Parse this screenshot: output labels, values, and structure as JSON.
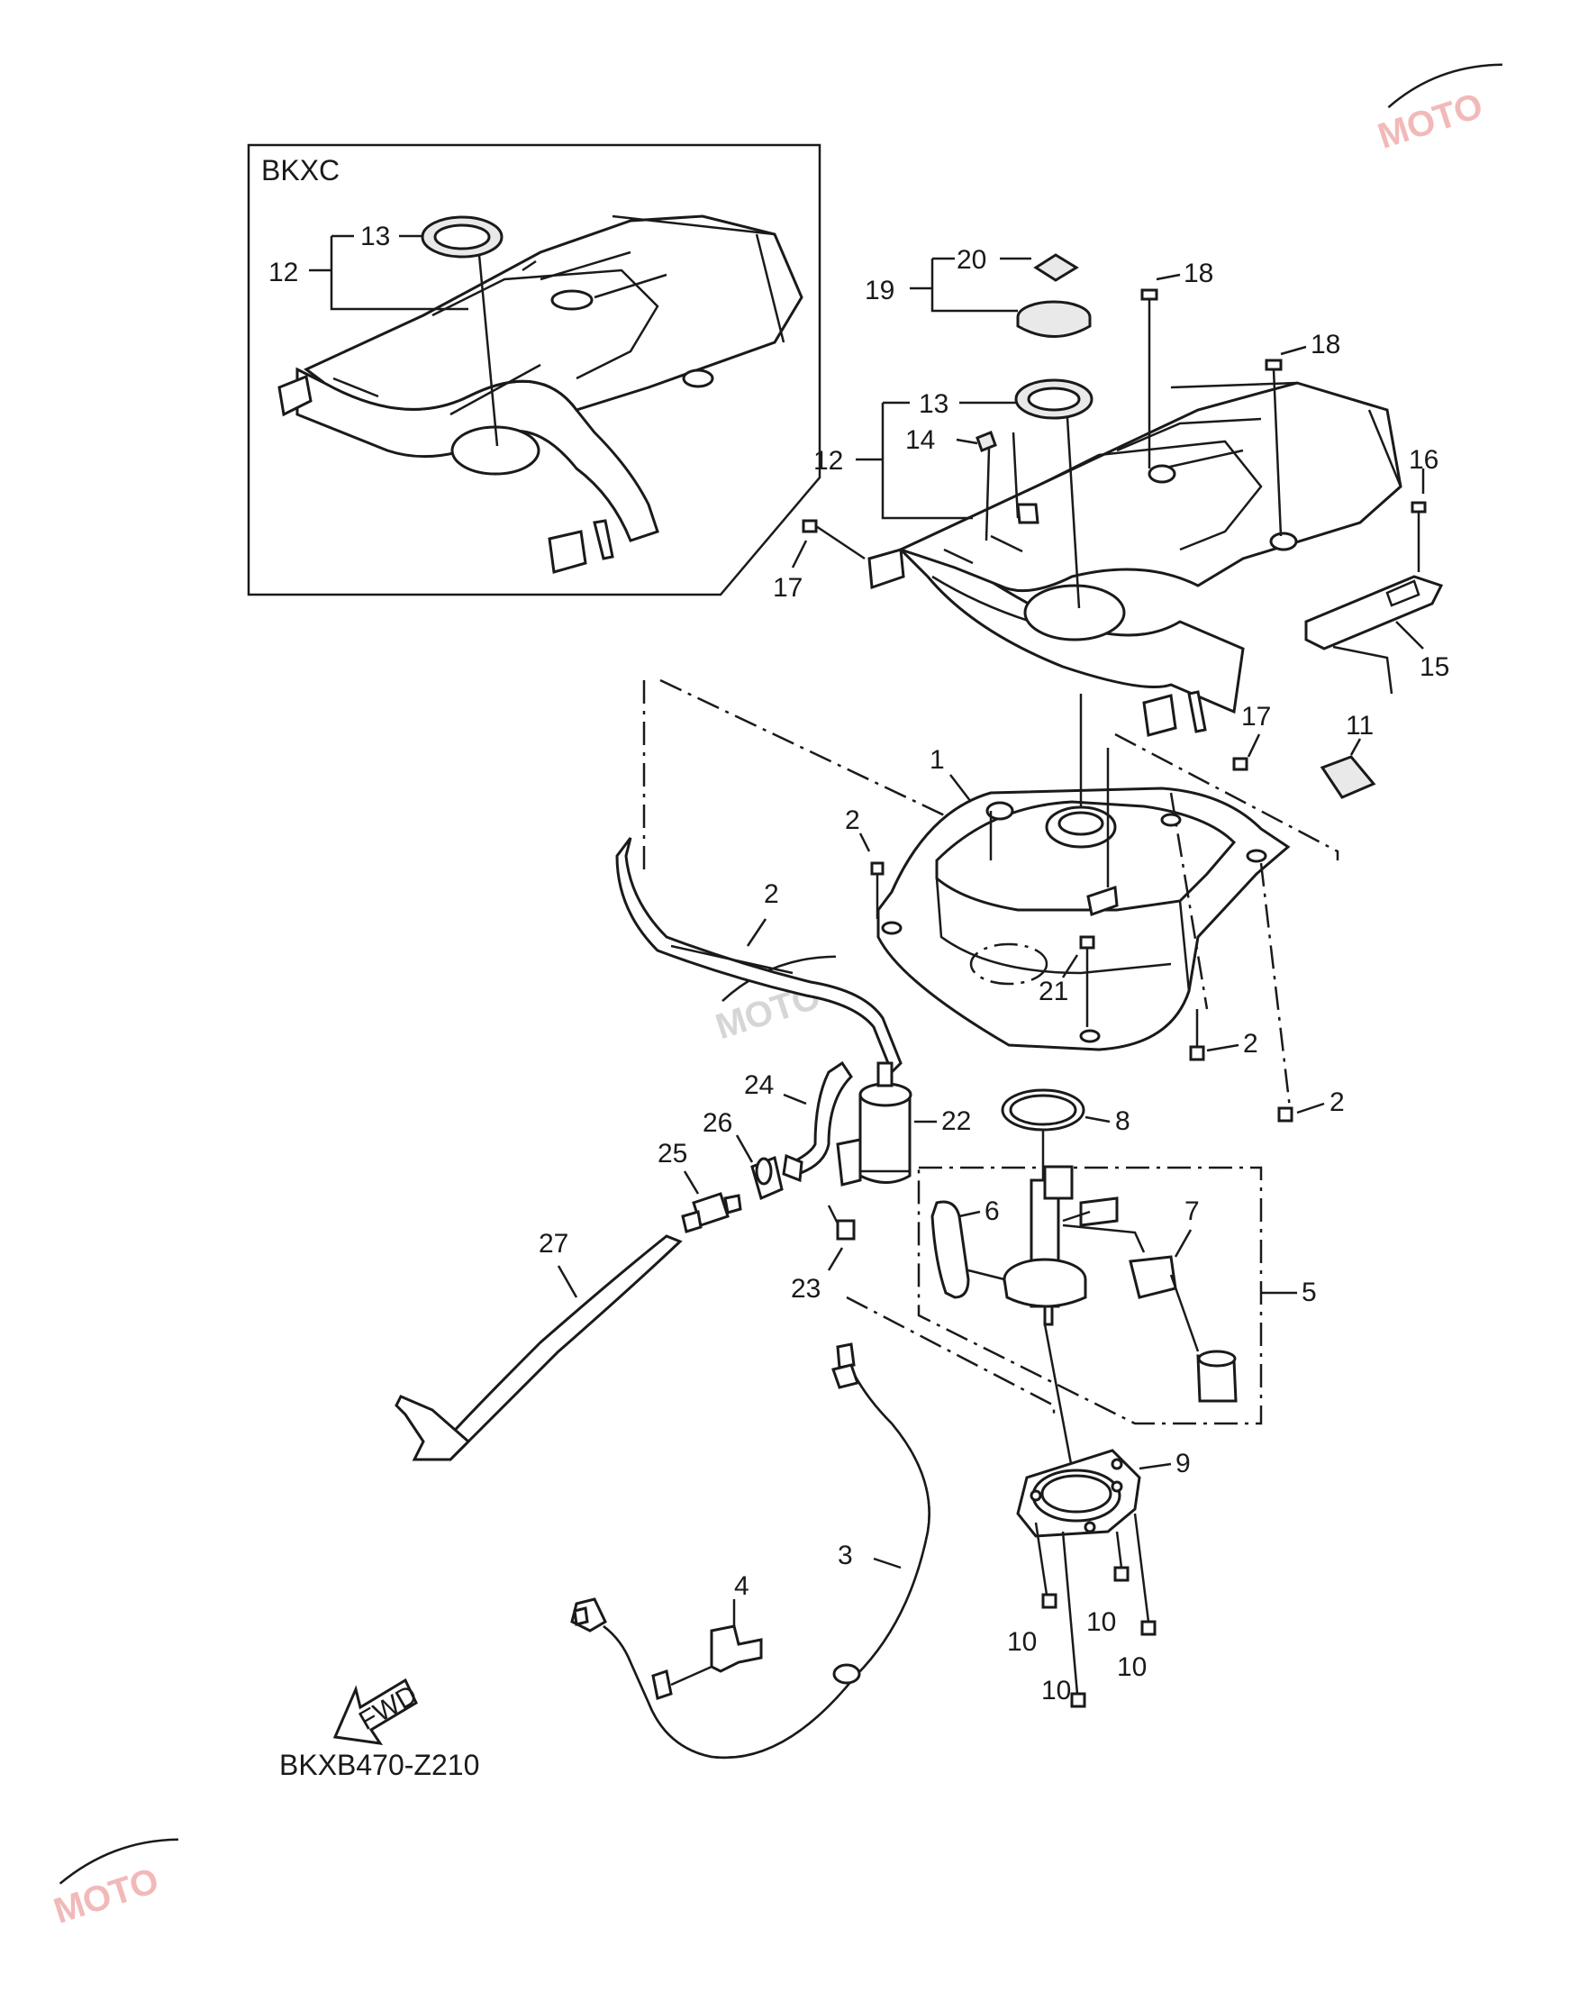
{
  "diagram": {
    "inset_label": "BKXC",
    "figure_code": "BKXB470-Z210",
    "fwd_label": "FWD",
    "parts": [
      {
        "id": "p12a",
        "text": "12"
      },
      {
        "id": "p13a",
        "text": "13"
      },
      {
        "id": "p20",
        "text": "20"
      },
      {
        "id": "p19",
        "text": "19"
      },
      {
        "id": "p18a",
        "text": "18"
      },
      {
        "id": "p18b",
        "text": "18"
      },
      {
        "id": "p13b",
        "text": "13"
      },
      {
        "id": "p14",
        "text": "14"
      },
      {
        "id": "p12b",
        "text": "12"
      },
      {
        "id": "p16",
        "text": "16"
      },
      {
        "id": "p17a",
        "text": "17"
      },
      {
        "id": "p15",
        "text": "15"
      },
      {
        "id": "p17b",
        "text": "17"
      },
      {
        "id": "p11",
        "text": "11"
      },
      {
        "id": "p1",
        "text": "1"
      },
      {
        "id": "p2a",
        "text": "2"
      },
      {
        "id": "p21",
        "text": "21"
      },
      {
        "id": "p2b",
        "text": "2"
      },
      {
        "id": "p2c",
        "text": "2"
      },
      {
        "id": "p2d",
        "text": "2"
      },
      {
        "id": "p24",
        "text": "24"
      },
      {
        "id": "p22",
        "text": "22"
      },
      {
        "id": "p8",
        "text": "8"
      },
      {
        "id": "p26",
        "text": "26"
      },
      {
        "id": "p25",
        "text": "25"
      },
      {
        "id": "p6",
        "text": "6"
      },
      {
        "id": "p7",
        "text": "7"
      },
      {
        "id": "p27",
        "text": "27"
      },
      {
        "id": "p5",
        "text": "5"
      },
      {
        "id": "p23",
        "text": "23"
      },
      {
        "id": "p9",
        "text": "9"
      },
      {
        "id": "p3",
        "text": "3"
      },
      {
        "id": "p4",
        "text": "4"
      },
      {
        "id": "p10a",
        "text": "10"
      },
      {
        "id": "p10b",
        "text": "10"
      },
      {
        "id": "p10c",
        "text": "10"
      },
      {
        "id": "p10d",
        "text": "10"
      }
    ]
  }
}
